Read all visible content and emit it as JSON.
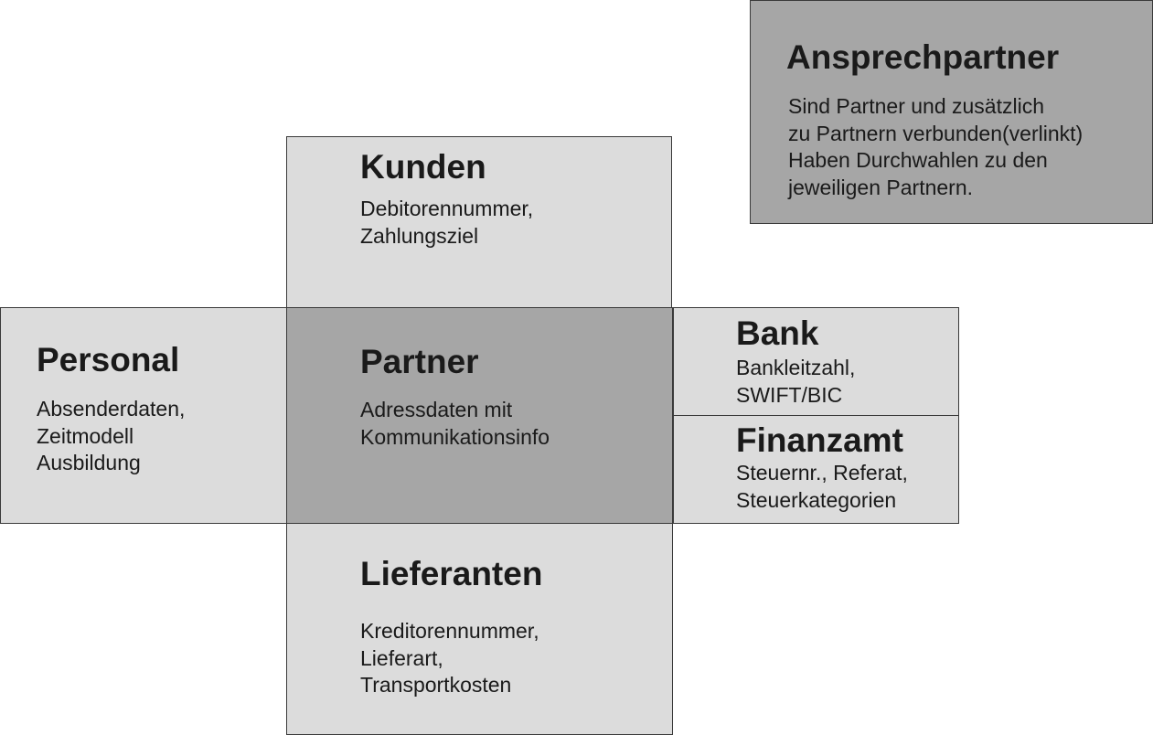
{
  "colors": {
    "light_box": "#dcdcdc",
    "dark_box": "#a6a6a6",
    "border": "#3a3a3a",
    "text": "#1a1a1a",
    "background": "#ffffff"
  },
  "boxes": {
    "ansprechpartner": {
      "title": "Ansprechpartner",
      "lines": [
        "Sind Partner und zusätzlich",
        "zu Partnern verbunden(verlinkt)",
        "Haben Durchwahlen zu den",
        "jeweiligen Partnern."
      ]
    },
    "kunden": {
      "title": "Kunden",
      "lines": [
        "Debitorennummer,",
        "Zahlungsziel"
      ]
    },
    "personal": {
      "title": "Personal",
      "lines": [
        "Absenderdaten,",
        "Zeitmodell",
        "Ausbildung"
      ]
    },
    "partner": {
      "title": "Partner",
      "lines": [
        "Adressdaten mit",
        "Kommunikationsinfo"
      ]
    },
    "bank": {
      "title": "Bank",
      "lines": [
        "Bankleitzahl,",
        "SWIFT/BIC"
      ]
    },
    "finanzamt": {
      "title": "Finanzamt",
      "lines": [
        "Steuernr., Referat,",
        "Steuerkategorien"
      ]
    },
    "lieferanten": {
      "title": "Lieferanten",
      "lines": [
        "Kreditorennummer,",
        "Lieferart,",
        "Transportkosten"
      ]
    }
  }
}
